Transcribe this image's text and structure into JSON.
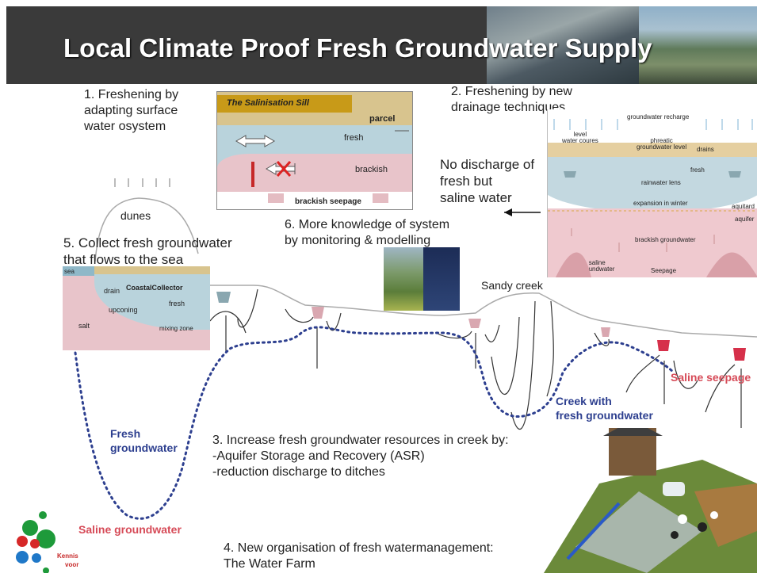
{
  "title": "Local Climate Proof Fresh Groundwater Supply",
  "labels": {
    "item1": "1. Freshening by\nadapting surface\nwater osystem",
    "item2": "2. Freshening by new\ndrainage techniques",
    "item3": "3. Increase fresh groundwater resources in creek by:\n-Aquifer Storage and Recovery (ASR)\n-reduction discharge to ditches",
    "item4": "4. New organisation of fresh watermanagement:\nThe Water Farm",
    "item5": "5. Collect fresh groundwater\nthat flows to the sea",
    "item6": "6. More knowledge of system\nby monitoring & modelling",
    "no_discharge": "No discharge of\nfresh but\nsaline water",
    "dunes": "dunes",
    "sandy_creek": "Sandy creek",
    "fresh_groundwater": "Fresh\ngroundwater",
    "saline_groundwater": "Saline groundwater",
    "creek_fresh": "Creek with\nfresh groundwater",
    "saline_seepage": "Saline seepage"
  },
  "sill": {
    "title": "The Salinisation Sill",
    "parcel": "parcel",
    "fresh": "fresh",
    "brackish": "brackish",
    "seepage": "brackish seepage"
  },
  "coastal": {
    "sea": "sea",
    "drain": "drain",
    "collector": "CoastalCollector",
    "upconing": "upconing",
    "fresh": "fresh",
    "salt": "salt",
    "mixing": "mixing zone"
  },
  "drainage": {
    "recharge": "groundwater recharge",
    "level": "level\nwater coures",
    "phreatic": "phreatic\ngroundwater level",
    "drains": "drains",
    "fresh": "fresh",
    "lens": "rainwater lens",
    "expansion": "expansion in winter",
    "aquitard": "aquitard",
    "aquifer": "aquifer",
    "brackish": "brackish groundwater",
    "saline": "saline\ngroundwater",
    "seepage": "Seepage"
  },
  "logo": {
    "line1": "Kennis",
    "line2": "voor"
  },
  "colors": {
    "header": "#3a3a3a",
    "fresh_blue": "#2d3f8f",
    "saline_red": "#d64a57",
    "fresh_water": "#b9d3dc",
    "brackish": "#e8c4ca"
  }
}
